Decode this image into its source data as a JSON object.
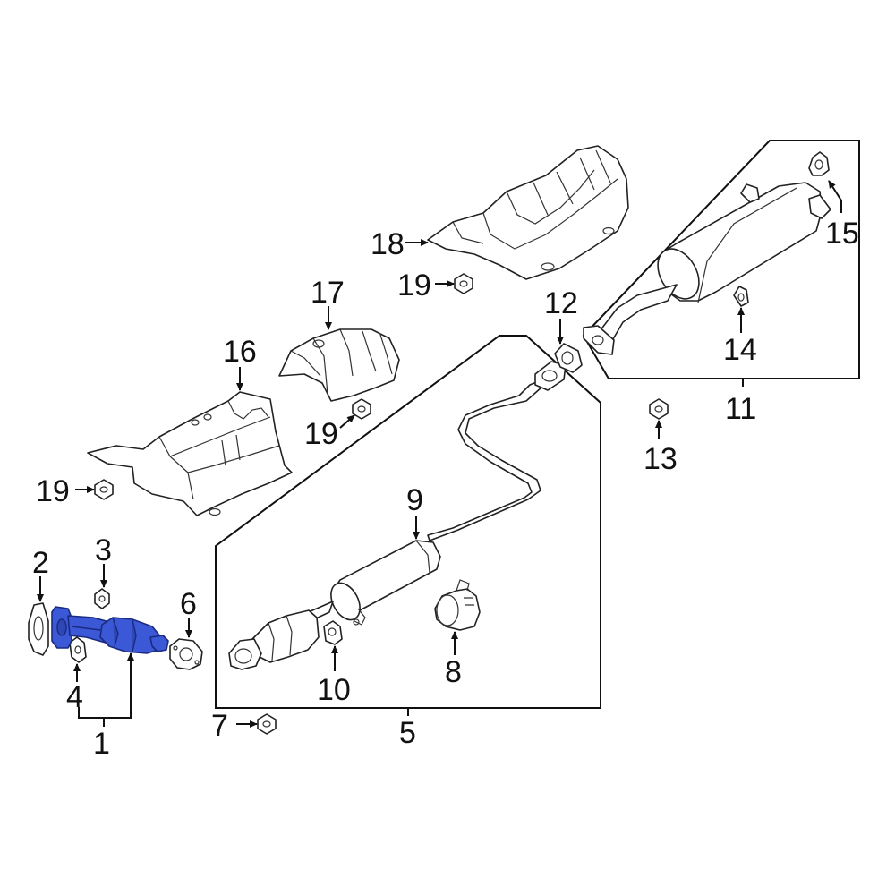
{
  "callouts": {
    "c1": "1",
    "c2": "2",
    "c3": "3",
    "c4": "4",
    "c5": "5",
    "c6": "6",
    "c7": "7",
    "c8": "8",
    "c9": "9",
    "c10": "10",
    "c11": "11",
    "c12": "12",
    "c13": "13",
    "c14": "14",
    "c15": "15",
    "c16": "16",
    "c17": "17",
    "c18": "18",
    "c19a": "19",
    "c19b": "19",
    "c19c": "19"
  },
  "colors": {
    "highlight": "#3b59d6",
    "line": "#111111",
    "background": "#ffffff"
  }
}
